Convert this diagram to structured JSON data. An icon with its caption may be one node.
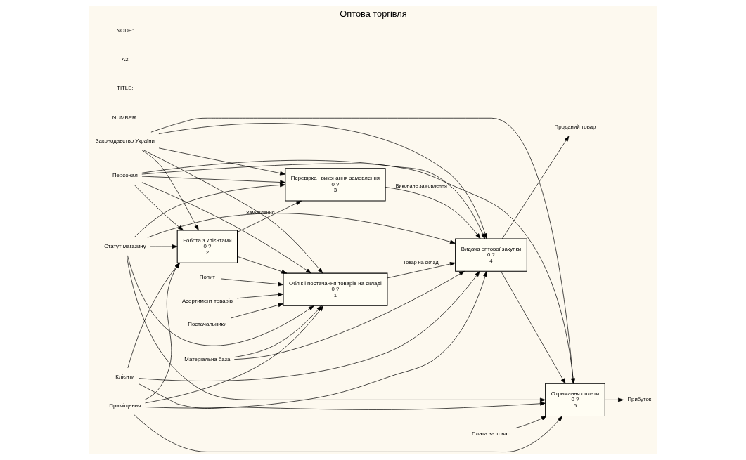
{
  "diagram": {
    "title": "Оптова торгівля",
    "nodes": [
      {
        "text": [
          "Облік і постачання товарів на складі",
          "0 ?",
          "1"
        ]
      },
      {
        "text": [
          "Робота з клієнтами",
          "0 ?",
          "2"
        ]
      },
      {
        "text": [
          "Перевірка і виконання замовлення",
          "0 ?",
          "3"
        ]
      },
      {
        "text": [
          "Видача оптової закупки",
          "0 ?",
          "4"
        ]
      },
      {
        "text": [
          "Отримання оплати",
          "0 ?",
          "5"
        ]
      },
      {
        "text": [
          "Законодавство України"
        ]
      },
      {
        "text": [
          "Статут магазину"
        ]
      },
      {
        "text": [
          "Попит"
        ]
      },
      {
        "text": [
          "Асортимент товарів"
        ]
      },
      {
        "text": [
          "Постачальники"
        ]
      },
      {
        "text": [
          "Клієнти"
        ]
      },
      {
        "text": [
          "Плата за товар"
        ]
      },
      {
        "text": [
          "Матеріальна база"
        ]
      },
      {
        "text": [
          "Приміщення"
        ]
      },
      {
        "text": [
          "Персонал"
        ]
      },
      {
        "text": [
          "Проданий товар"
        ]
      },
      {
        "text": [
          "Прибуток"
        ]
      }
    ],
    "edges": [
      {
        "from": 5,
        "to": 0,
        "arrow": "to"
      },
      {
        "from": 5,
        "to": 1,
        "arrow": "to"
      },
      {
        "from": 5,
        "to": 2,
        "arrow": "to"
      },
      {
        "from": 5,
        "to": 3,
        "arrow": "to"
      },
      {
        "from": 5,
        "to": 4,
        "arrow": "to"
      },
      {
        "from": 6,
        "to": 0,
        "arrow": "to"
      },
      {
        "from": 6,
        "to": 1,
        "arrow": "to"
      },
      {
        "from": 6,
        "to": 2,
        "arrow": "to"
      },
      {
        "from": 6,
        "to": 3,
        "arrow": "to"
      },
      {
        "from": 6,
        "to": 4,
        "arrow": "to"
      },
      {
        "from": 7,
        "to": 0,
        "arrow": "to"
      },
      {
        "from": 8,
        "to": 0,
        "arrow": "to"
      },
      {
        "from": 9,
        "to": 0,
        "arrow": "to"
      },
      {
        "from": 0,
        "to": 3,
        "arrow": "to",
        "label": "Товар на складі"
      },
      {
        "from": 10,
        "to": 1,
        "arrow": "to"
      },
      {
        "from": 10,
        "to": 3,
        "arrow": "to"
      },
      {
        "from": 10,
        "to": 4,
        "arrow": "to"
      },
      {
        "from": 1,
        "to": 2,
        "arrow": "to",
        "label": "Замовлення"
      },
      {
        "from": 1,
        "to": 0,
        "arrow": "to"
      },
      {
        "from": 2,
        "to": 3,
        "arrow": "to",
        "label": "Виконане замовлення"
      },
      {
        "from": 3,
        "to": 15,
        "arrow": "to"
      },
      {
        "from": 3,
        "to": 4,
        "arrow": "to"
      },
      {
        "from": 11,
        "to": 4,
        "arrow": "to"
      },
      {
        "from": 4,
        "to": 16,
        "arrow": "to"
      },
      {
        "from": 12,
        "to": 0,
        "arrow": "to"
      },
      {
        "from": 12,
        "to": 3,
        "arrow": "to"
      },
      {
        "from": 13,
        "to": 0,
        "arrow": "to"
      },
      {
        "from": 13,
        "to": 1,
        "arrow": "to"
      },
      {
        "from": 13,
        "to": 3,
        "arrow": "to"
      },
      {
        "from": 13,
        "to": 4,
        "arrow": "to"
      },
      {
        "from": 14,
        "to": 0,
        "arrow": "to"
      },
      {
        "from": 14,
        "to": 1,
        "arrow": "to"
      },
      {
        "from": 14,
        "to": 2,
        "arrow": "to"
      },
      {
        "from": 14,
        "to": 3,
        "arrow": "to"
      },
      {
        "from": 14,
        "to": 4,
        "arrow": "to"
      }
    ],
    "labels": [
      "NODE:",
      "A2",
      "TITLE:",
      "NUMBER:"
    ]
  }
}
